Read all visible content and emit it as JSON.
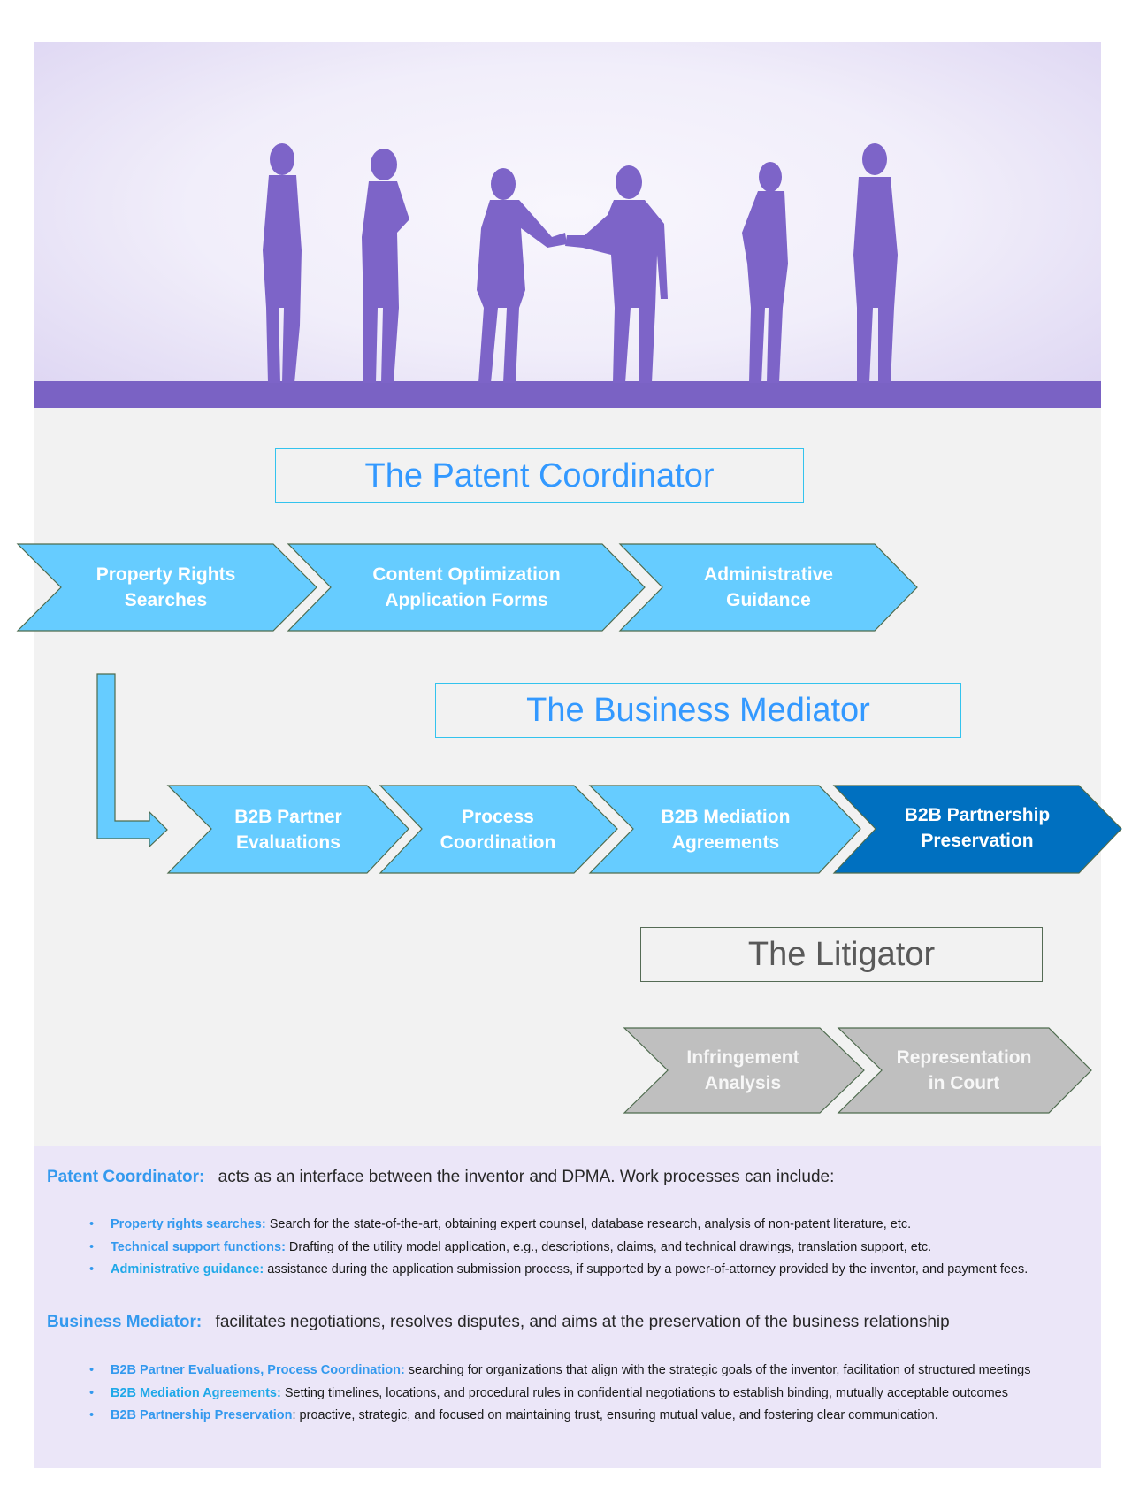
{
  "hero": {
    "image_description": "silhouettes of business people, two shaking hands",
    "tint_color": "#7d64c8"
  },
  "colors": {
    "chevron_light": "#66ccff",
    "chevron_dark": "#0070c0",
    "chevron_gray": "#bfbfbf",
    "title_blue": "#3399ff",
    "title_gray": "#595959",
    "label_blue": "#3399ee"
  },
  "sections": [
    {
      "title": "The Patent Coordinator",
      "steps": [
        {
          "label": "Property Rights\nSearches",
          "style": "light"
        },
        {
          "label": "Content Optimization\nApplication Forms",
          "style": "light"
        },
        {
          "label": "Administrative\nGuidance",
          "style": "light"
        }
      ]
    },
    {
      "title": "The Business Mediator",
      "steps": [
        {
          "label": "B2B Partner\nEvaluations",
          "style": "light"
        },
        {
          "label": "Process\nCoordination",
          "style": "light"
        },
        {
          "label": "B2B Mediation\nAgreements",
          "style": "light"
        },
        {
          "label": "B2B Partnership\nPreservation",
          "style": "dark"
        }
      ]
    },
    {
      "title": "The Litigator",
      "steps": [
        {
          "label": "Infringement\nAnalysis",
          "style": "gray"
        },
        {
          "label": "Representation\nin Court",
          "style": "gray"
        }
      ]
    }
  ],
  "connector": {
    "from": "The Patent Coordinator",
    "to": "The Business Mediator",
    "icon": "elbow-arrow-icon"
  },
  "notes": {
    "patent": {
      "label": "Patent Coordinator:",
      "text": "acts as an interface between the inventor and DPMA. Work processes can include:",
      "bullets": [
        {
          "key": "Property rights searches:",
          "text": " Search for the state-of-the-art, obtaining expert counsel, database research, analysis of non-patent literature, etc."
        },
        {
          "key": "Technical support functions:",
          "text": " Drafting of the utility model application, e.g., descriptions, claims, and technical drawings, translation support, etc."
        },
        {
          "key": "Administrative guidance:",
          "text": " assistance during the application submission process, if supported by a power-of-attorney provided by the inventor, and payment fees."
        }
      ]
    },
    "mediator": {
      "label": "Business Mediator:",
      "text": "facilitates negotiations, resolves disputes, and aims at the preservation of the business relationship",
      "bullets": [
        {
          "key": "B2B Partner Evaluations, Process Coordination:",
          "text": " searching for organizations that align with the strategic goals of the inventor, facilitation of structured meetings"
        },
        {
          "key": "B2B Mediation Agreements:",
          "text": " Setting timelines, locations, and procedural rules in confidential negotiations to establish binding, mutually acceptable outcomes"
        },
        {
          "key": "B2B Partnership Preservation",
          "text": ": proactive, strategic, and focused on maintaining trust, ensuring mutual value, and fostering clear communication."
        }
      ]
    }
  }
}
